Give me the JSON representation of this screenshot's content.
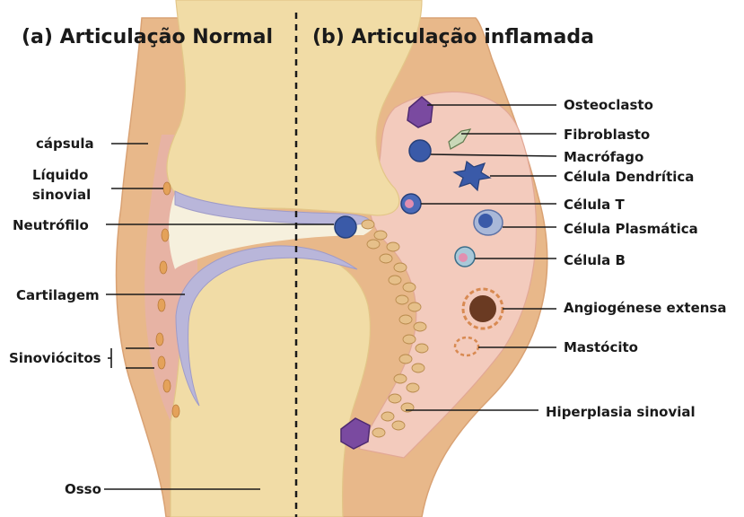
{
  "titles": {
    "normal": "(a) Articulação Normal",
    "inflamed": "(b) Articulação inflamada"
  },
  "labels_left": {
    "capsula": "cápsula",
    "liquido_line1": "Líquido",
    "liquido_line2": "sinovial",
    "neutrofilo": "Neutrófilo",
    "cartilagem": "Cartilagem",
    "sinoviocitos": "Sinoviócitos",
    "osso": "Osso"
  },
  "labels_right": {
    "osteoclasto": "Osteoclasto",
    "fibroblasto": "Fibroblasto",
    "macrofago": "Macrófago",
    "celula_dendritica": "Célula Dendrítica",
    "celula_t": "Célula T",
    "celula_plasmatica": "Célula Plasmática",
    "celula_b": "Célula B",
    "angiogenese": "Angiogénese extensa",
    "mastocito": "Mastócito",
    "hiperplasia": "Hiperplasia sinovial"
  },
  "colors": {
    "bone": "#f1dca6",
    "capsule": "#e9b98b",
    "synovium": "#e6b2a4",
    "inflamed_tissue": "#f2cbbc",
    "cartilage": "#b9b6da",
    "fluid": "#f6f0dd",
    "cell_blue": "#3a5aa8",
    "osteoclast": "#7a4aa0"
  }
}
